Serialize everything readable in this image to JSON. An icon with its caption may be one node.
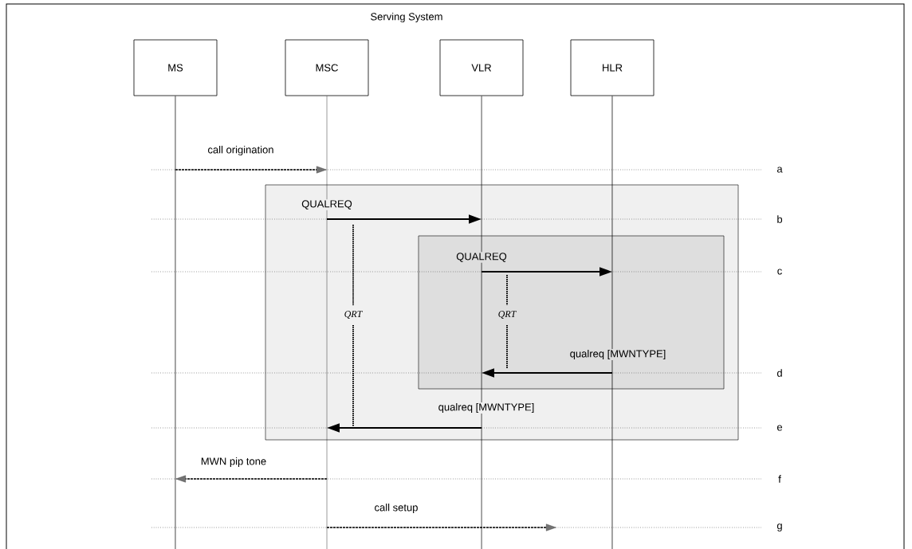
{
  "diagram": {
    "nodes": [
      {
        "text": [
          "MS"
        ]
      },
      {
        "text": [
          "MSC"
        ]
      },
      {
        "text": [
          "VLR"
        ]
      },
      {
        "text": [
          "HLR"
        ]
      }
    ],
    "edges": [
      {
        "from": 0,
        "to": 1,
        "arrow": "to",
        "label": "call origination",
        "style": "dashed"
      },
      {
        "from": 1,
        "to": 2,
        "arrow": "to",
        "label": "QUALREQ"
      },
      {
        "from": 2,
        "to": 3,
        "arrow": "to",
        "label": "QUALREQ"
      },
      {
        "from": 3,
        "to": 2,
        "arrow": "to",
        "label": "qualreq [MWNTYPE]"
      },
      {
        "from": 2,
        "to": 1,
        "arrow": "to",
        "label": "qualreq [MWNTYPE]"
      },
      {
        "from": 1,
        "to": 0,
        "arrow": "to",
        "label": "MWN pip tone",
        "style": "dashed"
      },
      {
        "from": 1,
        "to": null,
        "arrow": "to",
        "label": "call setup",
        "style": "dashed"
      }
    ],
    "labels": [
      "Serving System",
      "a",
      "b",
      "c",
      "QRT",
      "QRT",
      "d",
      "e",
      "f",
      "g"
    ]
  }
}
